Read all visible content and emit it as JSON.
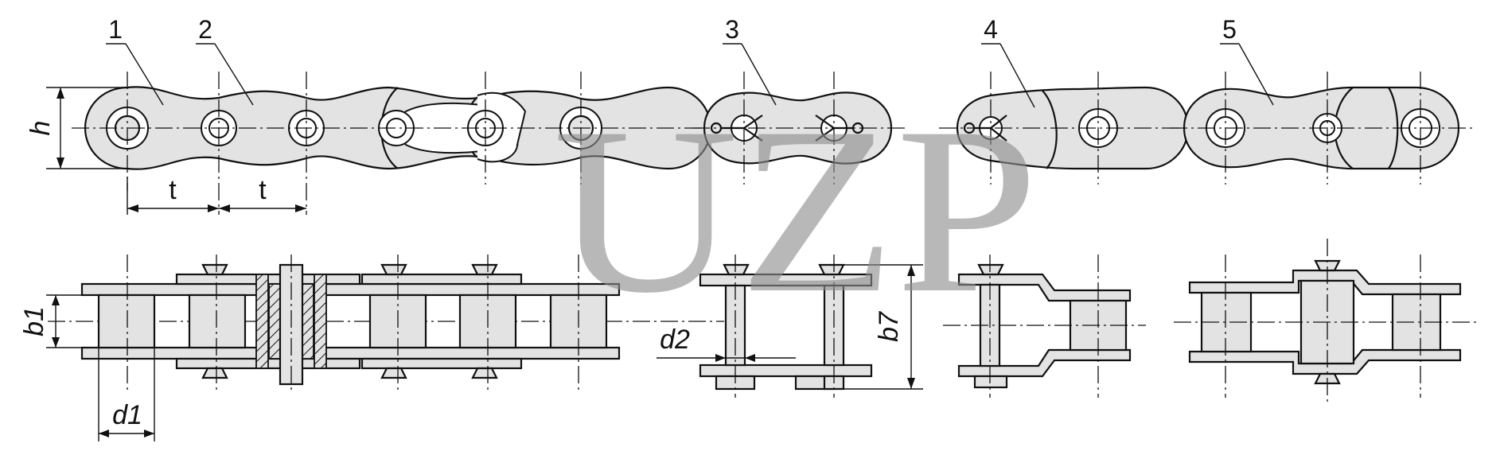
{
  "callouts": [
    "1",
    "2",
    "3",
    "4",
    "5"
  ],
  "dimensions": {
    "h": "h",
    "t1": "t",
    "t2": "t",
    "b1": "b1",
    "d1": "d1",
    "d2": "d2",
    "b7": "b7"
  },
  "watermark": "UZP"
}
